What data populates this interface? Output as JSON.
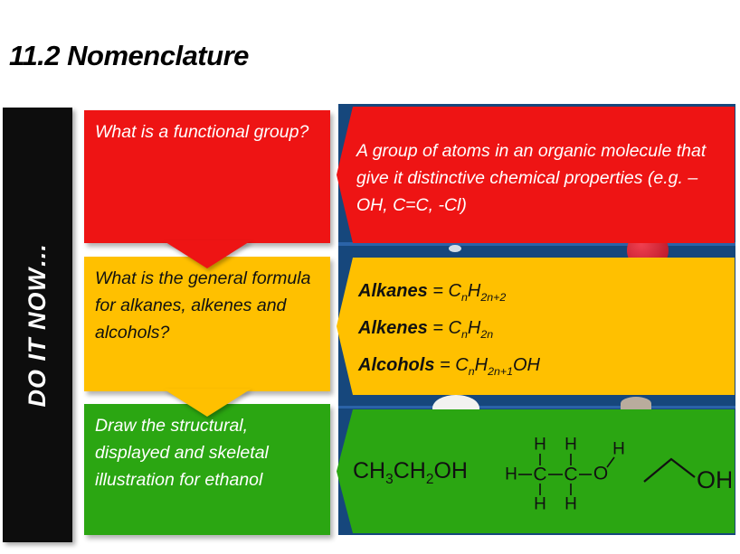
{
  "title": "11.2 Nomenclature",
  "sidebar": {
    "label": "DO IT NOW…"
  },
  "colors": {
    "red": "#EE1414",
    "yellow": "#FFC000",
    "green": "#2BA612",
    "navy": "#16477C",
    "highlight": "#2B63A8",
    "bar": "#0D0D0D"
  },
  "cards": {
    "functional_group": {
      "question": "What is a functional group?",
      "answer": "A group of atoms in an organic molecule that give it distinctive chemical properties (e.g. –OH, C=C, -Cl)"
    },
    "general_formulas": {
      "question": "What is the general formula for alkanes, alkenes and alcohols?",
      "lines": [
        {
          "name": "Alkanes",
          "eq": " = ",
          "c": "C",
          "c_sub": "n",
          "h": "H",
          "h_sub": "2n+2",
          "tail": ""
        },
        {
          "name": "Alkenes",
          "eq": " = ",
          "c": "C",
          "c_sub": "n",
          "h": "H",
          "h_sub": "2n",
          "tail": ""
        },
        {
          "name": "Alcohols",
          "eq": " = ",
          "c": "C",
          "c_sub": "n",
          "h": "H",
          "h_sub": "2n+1",
          "tail": "OH"
        }
      ]
    },
    "ethanol": {
      "question": "Draw the structural, displayed and skeletal illustration for ethanol",
      "structural": {
        "s1": "CH",
        "sub1": "3",
        "s2": "CH",
        "sub2": "2",
        "s3": "OH"
      },
      "displayed": {
        "h": "H",
        "c": "C",
        "o": "O"
      },
      "skeletal": {
        "label": "OH"
      }
    }
  }
}
